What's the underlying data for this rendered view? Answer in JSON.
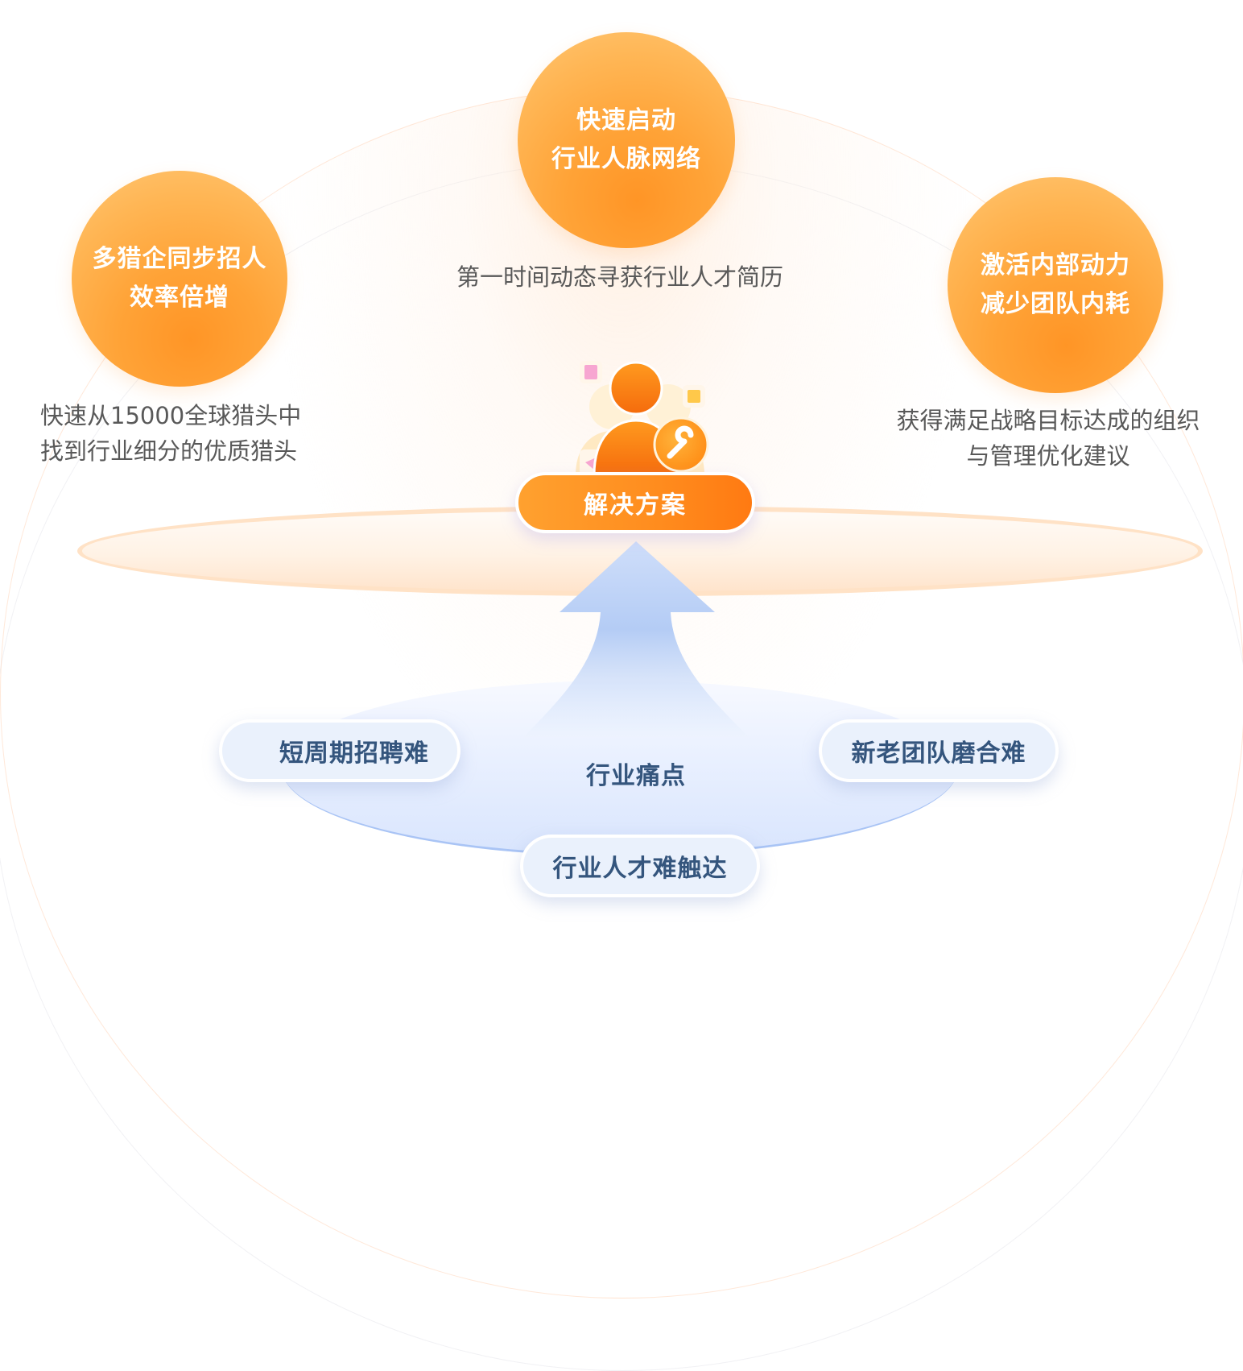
{
  "diagram": {
    "benefits": [
      {
        "title_lines": [
          "多猎企同步招人",
          "效率倍增"
        ],
        "description_lines": [
          "快速从15000全球猎头中",
          "找到行业细分的优质猎头"
        ]
      },
      {
        "title_lines": [
          "快速启动",
          "行业人脉网络"
        ],
        "description_lines": [
          "第一时间动态寻获行业人才简历"
        ]
      },
      {
        "title_lines": [
          "激活内部动力",
          "减少团队内耗"
        ],
        "description_lines": [
          "获得满足战略目标达成的组织",
          "与管理优化建议"
        ]
      }
    ],
    "solution": {
      "label": "解决方案",
      "icon": "person-wrench-icon"
    },
    "pain_points": {
      "title": "行业痛点",
      "items": [
        "短周期招聘难",
        "新老团队磨合难",
        "行业人才难触达"
      ]
    },
    "colors": {
      "orange_primary": "#ff8c1e",
      "orange_light": "#ffc775",
      "ring_orange": "#ffe2c6",
      "blue_text": "#34557d",
      "blue_pill_bg": "#eaf1fc",
      "arrow_blue": "#b4ccf5",
      "description_gray": "#595959"
    }
  }
}
